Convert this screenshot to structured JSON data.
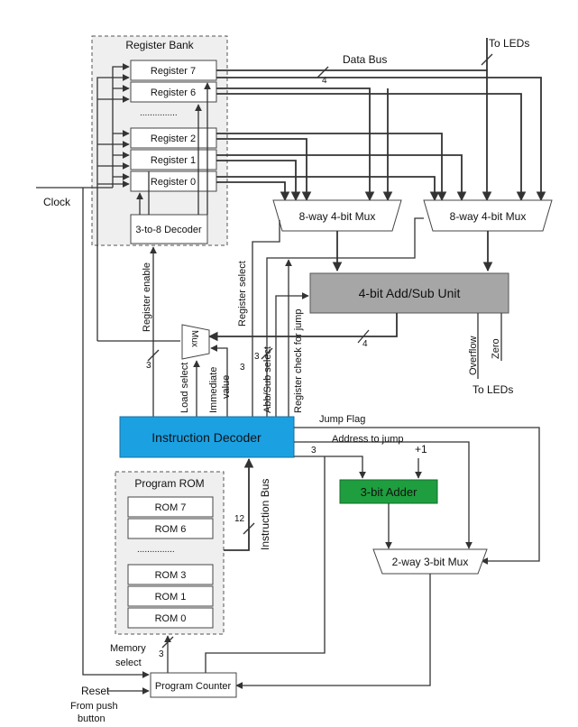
{
  "register_bank": {
    "title": "Register Bank",
    "registers": [
      "Register 7",
      "Register 6",
      "Register 2",
      "Register 1",
      "Register 0"
    ],
    "dots": "...............",
    "decoder": "3-to-8 Decoder"
  },
  "buses": {
    "data_bus": "Data Bus",
    "data_bus_width": "4",
    "to_leds_top": "To LEDs",
    "clock": "Clock"
  },
  "mux_a": "8-way 4-bit Mux",
  "mux_b": "8-way 4-bit Mux",
  "alu": "4-bit Add/Sub Unit",
  "alu_out_width": "4",
  "flags": {
    "overflow": "Overflow",
    "zero": "Zero",
    "to_leds": "To LEDs"
  },
  "small_mux": "Mux",
  "signals": {
    "register_enable": "Register enable",
    "register_select": "Register select",
    "load_select": "Load select",
    "immediate_value": "Immediate value",
    "immediate_line1": "Immediate",
    "immediate_line2": "value",
    "add_sub_select": "Abb/Sub select",
    "register_check": "Register check for jump",
    "w3a": "3",
    "w3b": "3",
    "w3c": "3",
    "w3d": "3"
  },
  "instruction_decoder": "Instruction Decoder",
  "jump_flag": "Jump Flag",
  "address_to_jump": "Address to jump",
  "plus_one": "+1",
  "adder": "3-bit Adder",
  "mux_2way": "2-way 3-bit Mux",
  "instruction_bus": "Instruction Bus",
  "instruction_bus_width": "12",
  "rom": {
    "title": "Program ROM",
    "items": [
      "ROM 7",
      "ROM 6",
      "ROM 3",
      "ROM 1",
      "ROM 0"
    ],
    "dots": "..............."
  },
  "memory_select_line1": "Memory",
  "memory_select_line2": "select",
  "memory_select_width": "3",
  "program_counter": "Program Counter",
  "reset": "Reset",
  "from_push_line1": "From push",
  "from_push_line2": "button",
  "colors": {
    "decoder_fill": "#1ba1e2",
    "adder_fill": "#1e9e3e",
    "alu_fill": "#a6a6a6"
  }
}
